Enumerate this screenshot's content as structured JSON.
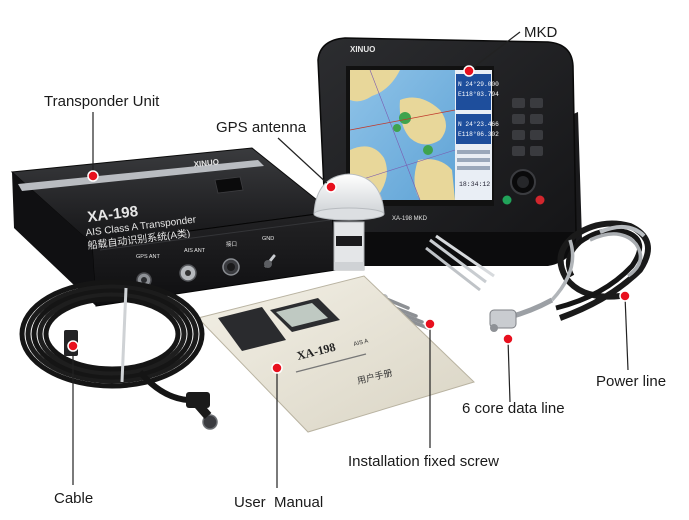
{
  "labels": {
    "mkd": "MKD",
    "transponder_unit": "Transponder Unit",
    "gps_antenna": "GPS antenna",
    "power_line": "Power line",
    "six_core_data_line": "6 core data line",
    "installation_fixed_screw": "Installation fixed screw",
    "cable": "Cable",
    "user_manual": "User  Manual"
  },
  "transponder": {
    "brand": "XINUO",
    "model": "XA-198",
    "subtitle": "AIS Class A Transponder",
    "chinese": "船载自动识别系统(A类)",
    "ports": [
      "GPS ANT",
      "AIS ANT",
      "接口",
      "GND"
    ]
  },
  "mkd_screen": {
    "brand": "XINUO",
    "model_label": "XA-198 MKD",
    "lat": "N 24°29.000",
    "lon": "E118°03.794",
    "lat2": "N 24°23.466",
    "lon2": "E118°06.302",
    "time": "18:34:12"
  },
  "manual": {
    "model": "XA-198",
    "model_suffix": "AIS A",
    "title_cn": "用户手册"
  },
  "colors": {
    "callout_dot": "#e8101e",
    "device_body": "#1b1b1d",
    "manual_paper": "#ece8dc"
  }
}
